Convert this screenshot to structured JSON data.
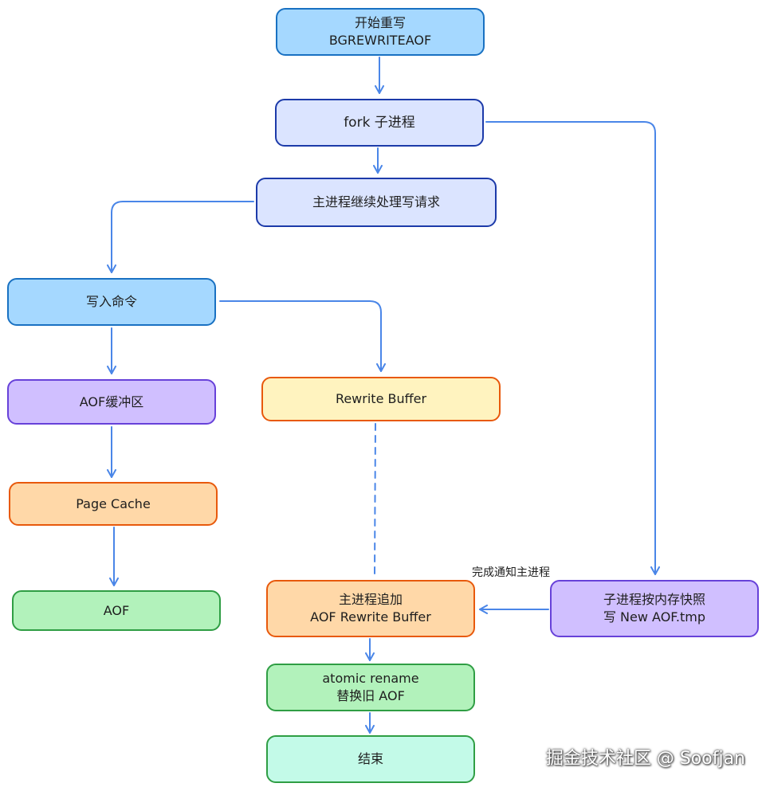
{
  "nodes": {
    "start": {
      "line1": "开始重写",
      "line2": "BGREWRITEAOF"
    },
    "fork": {
      "line1": "fork 子进程"
    },
    "main_continue": {
      "line1": "主进程继续处理写请求"
    },
    "write_cmd": {
      "line1": "写入命令"
    },
    "aof_buffer": {
      "line1": "AOF缓冲区"
    },
    "page_cache": {
      "line1": "Page Cache"
    },
    "aof": {
      "line1": "AOF"
    },
    "rewrite_buffer": {
      "line1": "Rewrite Buffer"
    },
    "main_append": {
      "line1": "主进程追加",
      "line2": "AOF Rewrite Buffer"
    },
    "child_snapshot": {
      "line1": "子进程按内存快照",
      "line2": "写 New AOF.tmp"
    },
    "atomic_rename": {
      "line1": "atomic rename",
      "line2": "替换旧 AOF"
    },
    "end": {
      "line1": "结束"
    }
  },
  "edges": {
    "notify_label": "完成通知主进程"
  },
  "watermark": "掘金技术社区 @ Soofjan",
  "colors": {
    "arrow": "#4a86e8",
    "blue_fill": "#a5d8ff",
    "light_blue_fill": "#dbe4ff",
    "purple_fill": "#d0bfff",
    "yellow_fill": "#fff3bf",
    "orange_fill": "#ffd8a8",
    "green_fill": "#b2f2bb",
    "teal_fill": "#c3fae8"
  }
}
